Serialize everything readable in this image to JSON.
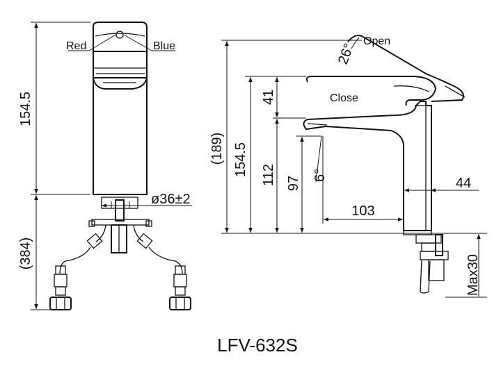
{
  "model": "LFV-632S",
  "labels": {
    "red": "Red",
    "blue": "Blue",
    "open": "Open",
    "close": "Close"
  },
  "dimensions": {
    "front_height": "154.5",
    "under_counter": "(384)",
    "hole_diameter": "ø36±2",
    "total_height": "(189)",
    "side_height": "154.5",
    "lever_height": "41",
    "spout_height": "112",
    "outlet_height": "97",
    "reach": "103",
    "body_depth": "44",
    "lever_angle": "26°",
    "spout_angle": "6°",
    "counter_thickness": "Max30"
  }
}
